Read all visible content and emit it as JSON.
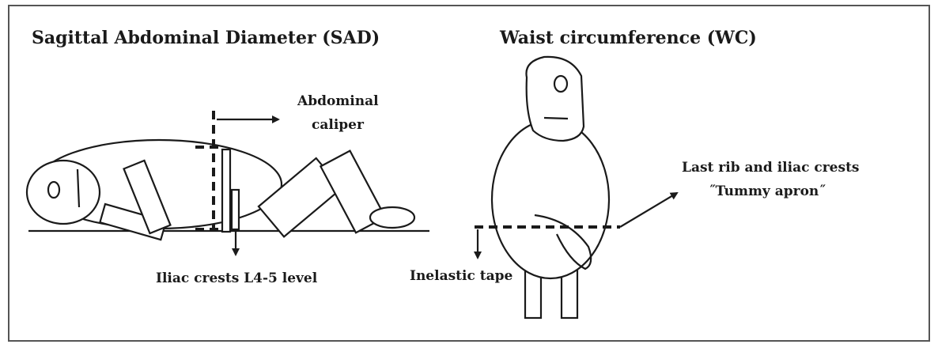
{
  "sad": {
    "title": "Sagittal Abdominal Diameter (SAD)",
    "caliper_label_1": "Abdominal",
    "caliper_label_2": "caliper",
    "level_label": "Iliac crests L4-5 level"
  },
  "wc": {
    "title": "Waist circumference (WC)",
    "site_label_1": "Last rib and iliac crests",
    "site_label_2": "˝Tummy apron˝",
    "tape_label": "Inelastic tape"
  }
}
